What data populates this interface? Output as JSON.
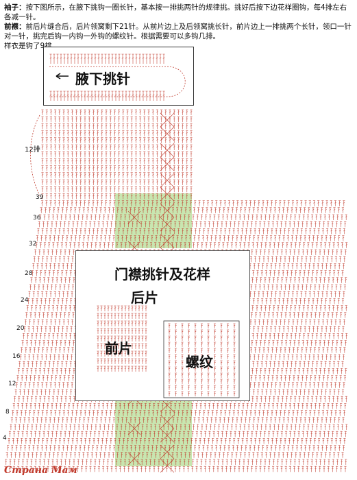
{
  "notes": {
    "sleeve_label": "袖子：",
    "sleeve_text": "按下图所示，在腋下挑钩一圈长针，基本按一排挑两针的规律挑。挑好后按下边花样圈钩，每4排左右各减一针。",
    "placket_label": "前襟：",
    "placket_text": "前后片缝合后，后片领窝剩下21针。从前片边上及后领窝挑长针，前片边上一排挑两个长针，领口一针对一针，挑完后钩一内钩一外钩的螺纹针。根据需要可以多钩几排。",
    "sample_text": "样衣是钩了9排。"
  },
  "labels": {
    "armpit": "腋下挑针",
    "rows12": "12排",
    "placket_pattern": "门襟挑针及花样",
    "back_piece": "后片",
    "front_piece": "前片",
    "rib": "螺纹"
  },
  "row_numbers": [
    "39",
    "36",
    "32",
    "28",
    "24",
    "20",
    "16",
    "12",
    "8",
    "4"
  ],
  "colors": {
    "stitch": "#c0392b",
    "highlight": "#c8e6b0",
    "text": "#111111"
  },
  "watermark": "Страна Мам"
}
